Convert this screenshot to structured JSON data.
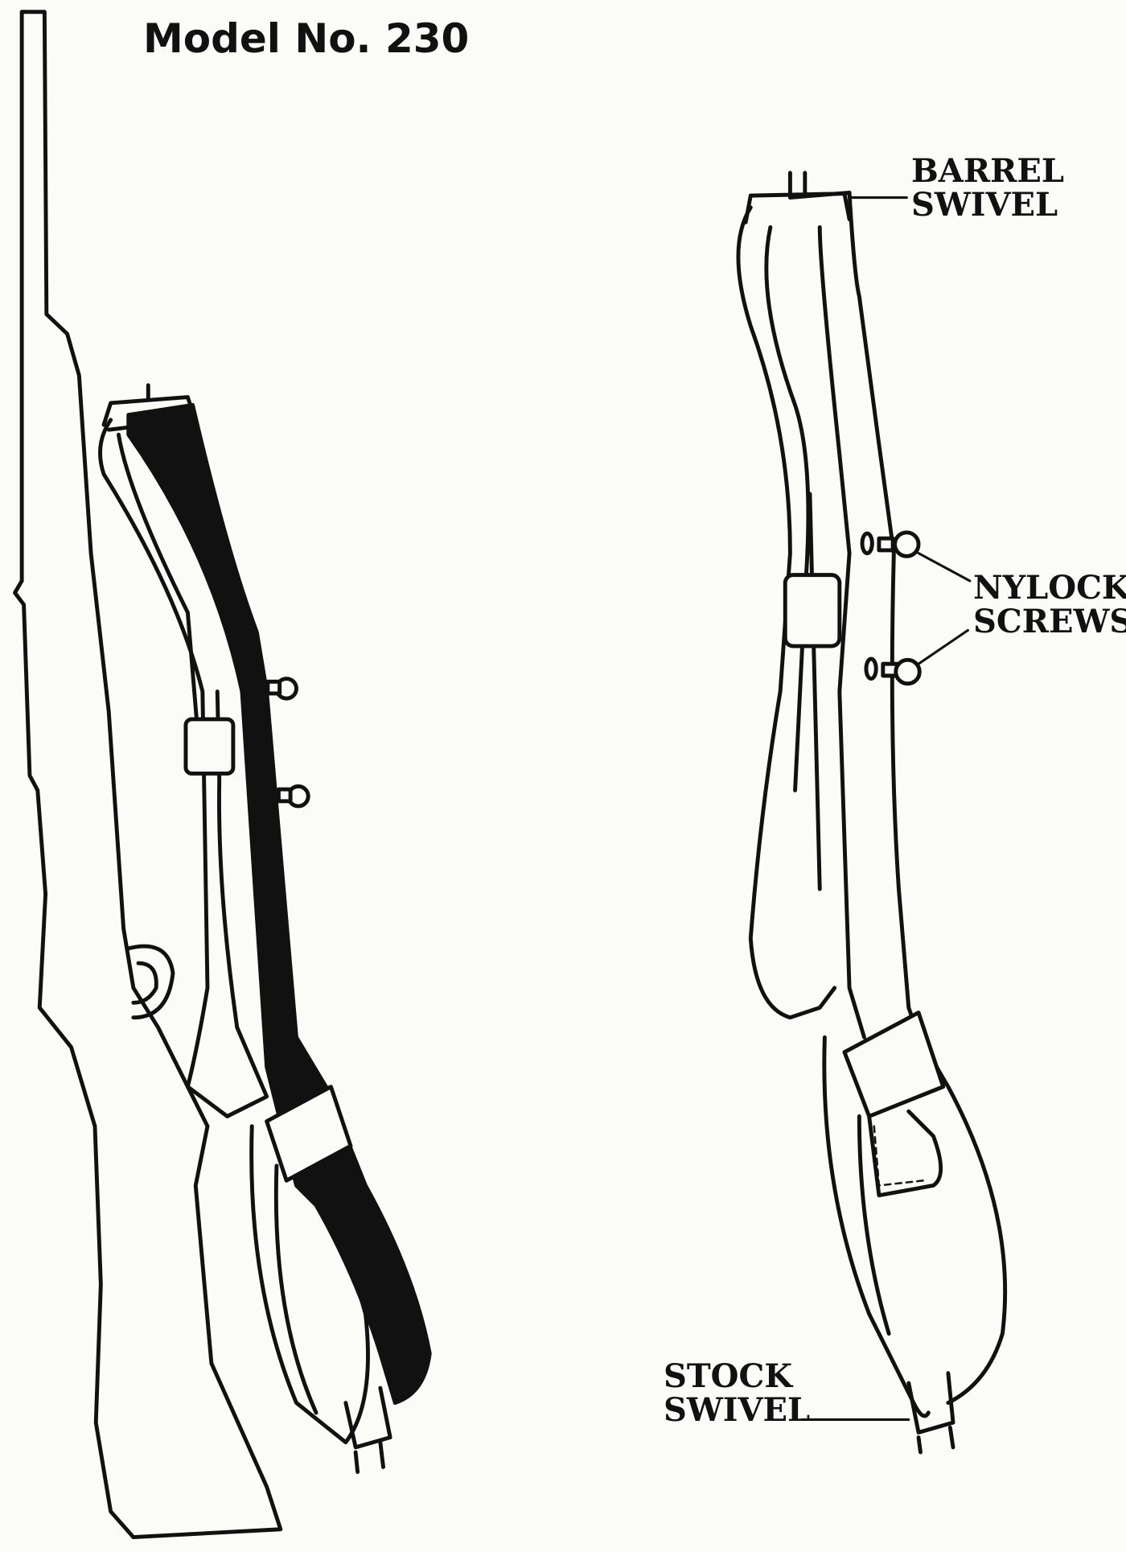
{
  "title": "Model No. 230",
  "labels": {
    "barrel_swivel": [
      "BARREL",
      "SWIVEL"
    ],
    "nylock_screws": [
      "NYLOCK",
      "SCREWS"
    ],
    "stock_swivel": [
      "STOCK",
      "SWIVEL"
    ]
  },
  "colors": {
    "ink": "#111111",
    "paper": "#fbfbf8"
  }
}
